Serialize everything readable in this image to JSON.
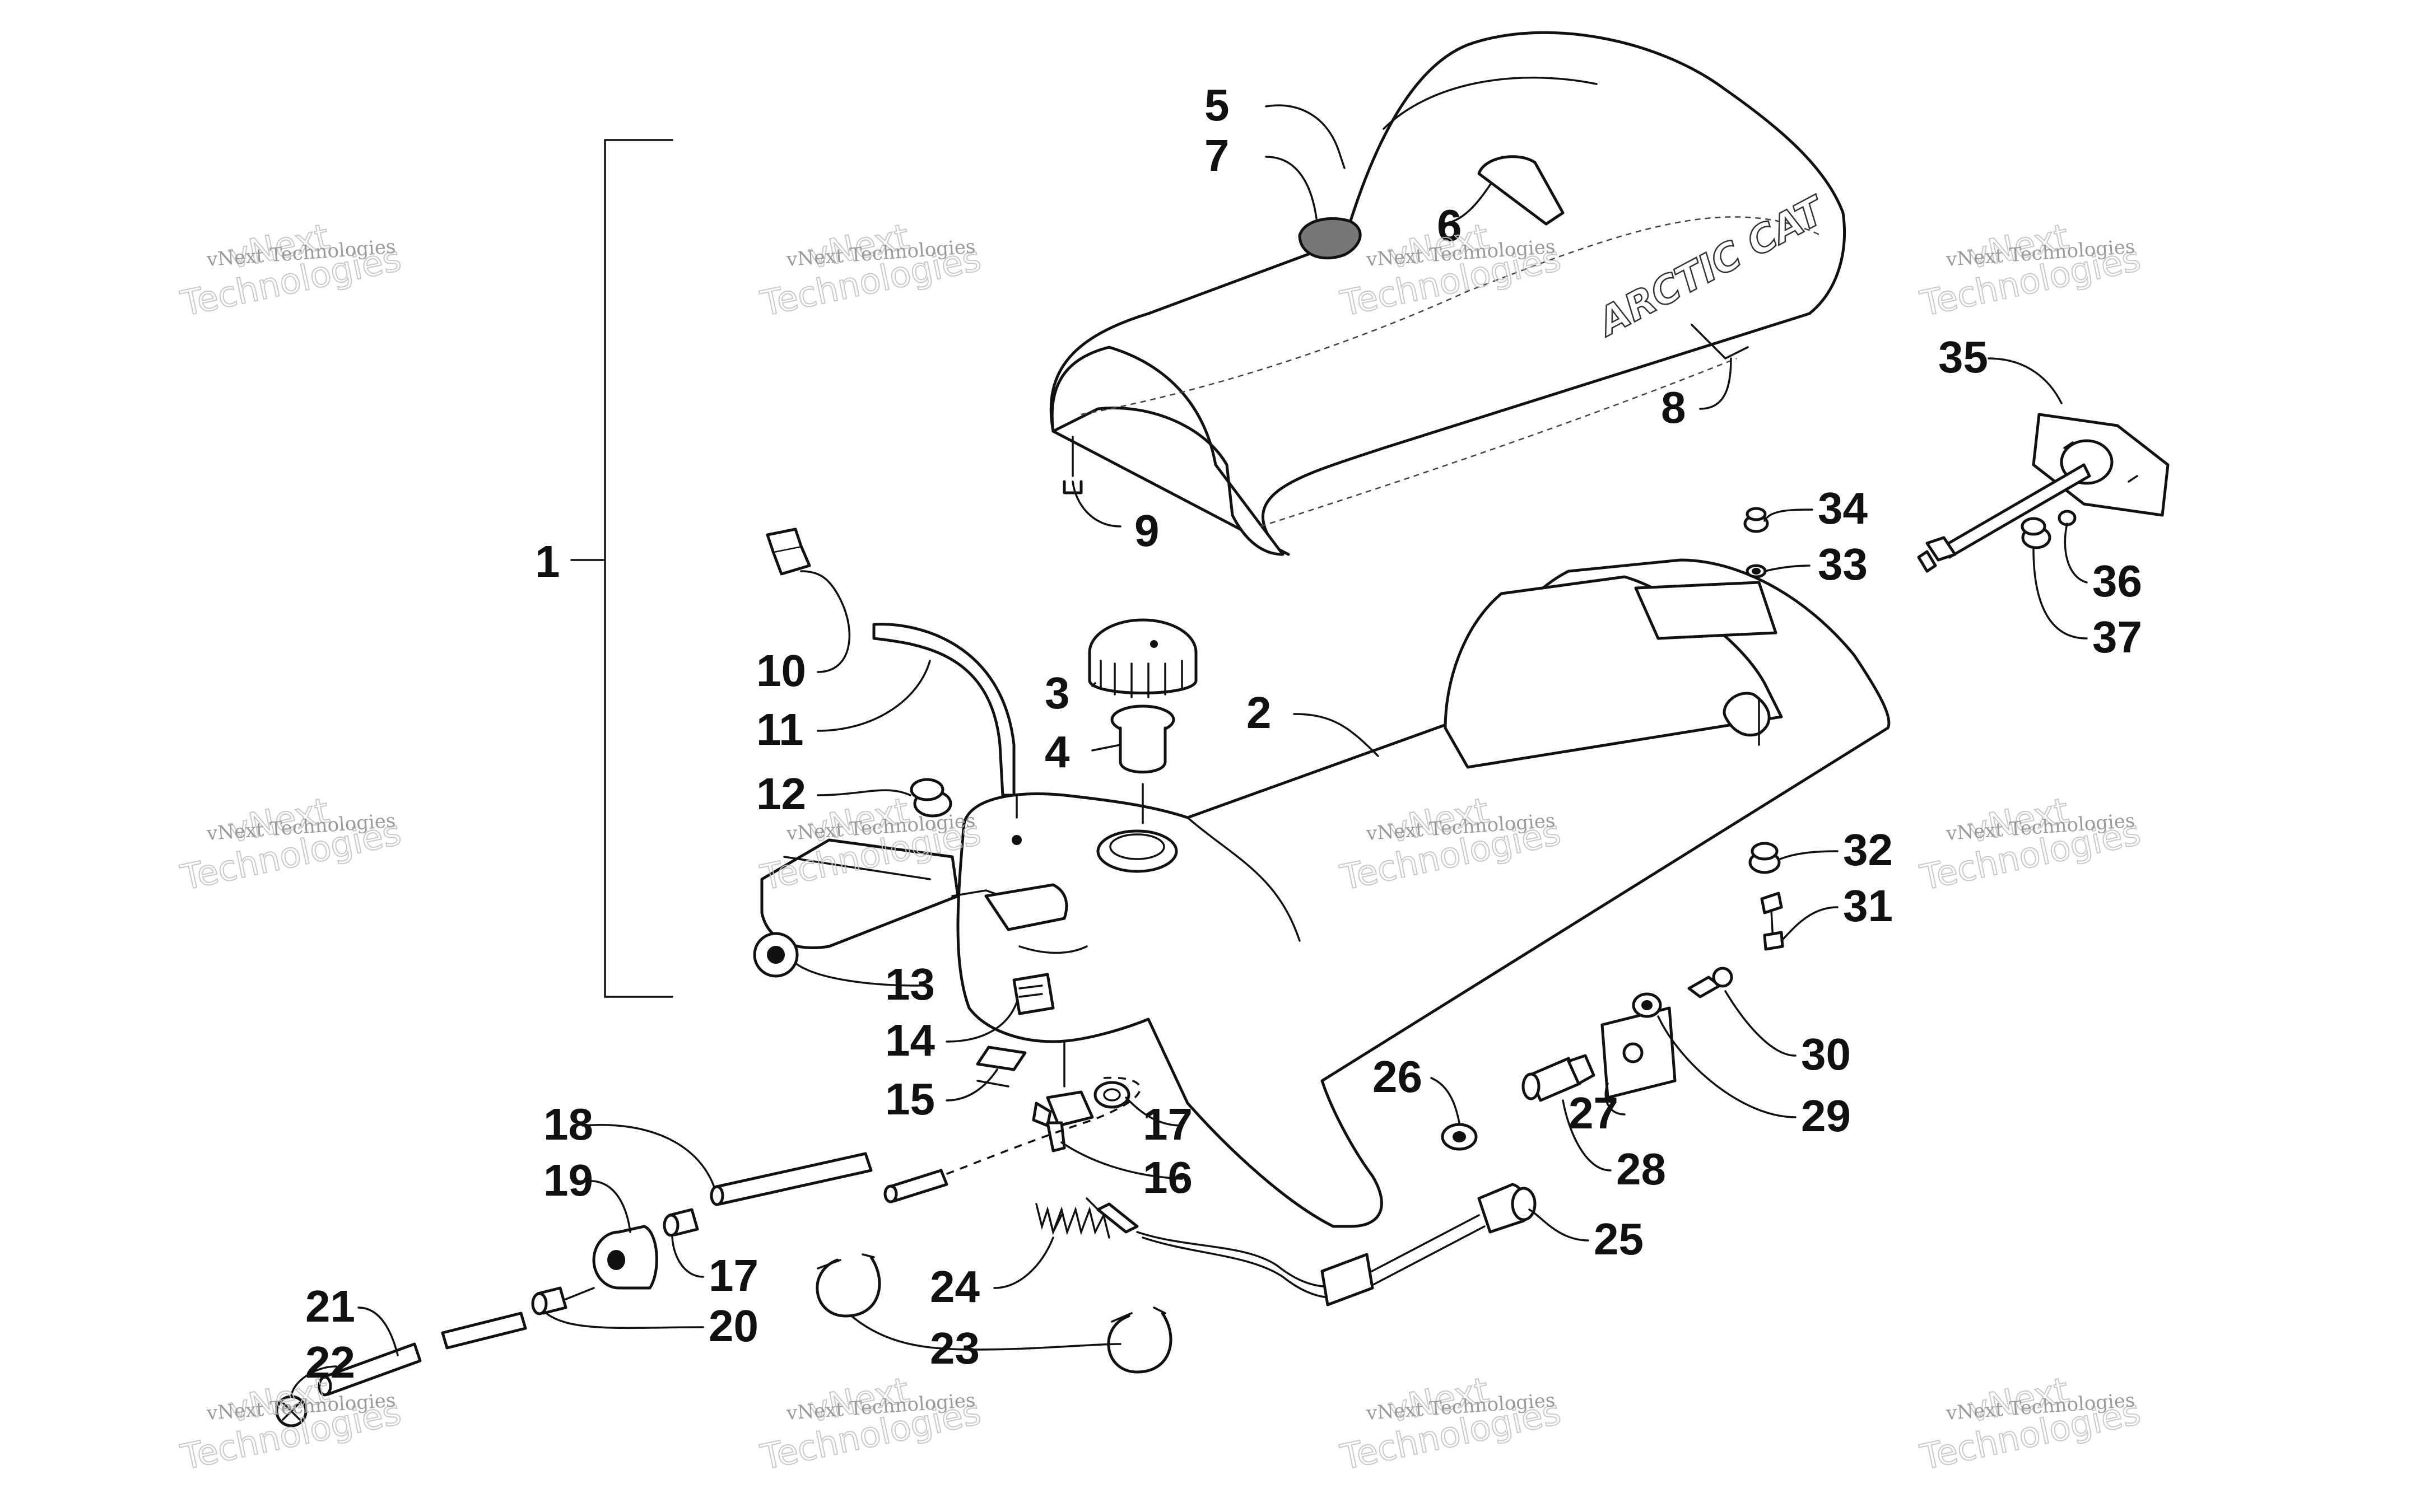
{
  "diagram": {
    "callouts": [
      "1",
      "2",
      "3",
      "4",
      "5",
      "6",
      "7",
      "8",
      "9",
      "10",
      "11",
      "12",
      "13",
      "14",
      "15",
      "16",
      "17",
      "17",
      "18",
      "19",
      "20",
      "21",
      "22",
      "23",
      "24",
      "25",
      "26",
      "27",
      "28",
      "29",
      "30",
      "31",
      "32",
      "33",
      "34",
      "35",
      "36",
      "37"
    ],
    "brand_text": "ARCTIC CAT",
    "watermark": {
      "line1": "vNext",
      "line2": "Technologies",
      "small": "vNext Technologies"
    }
  }
}
